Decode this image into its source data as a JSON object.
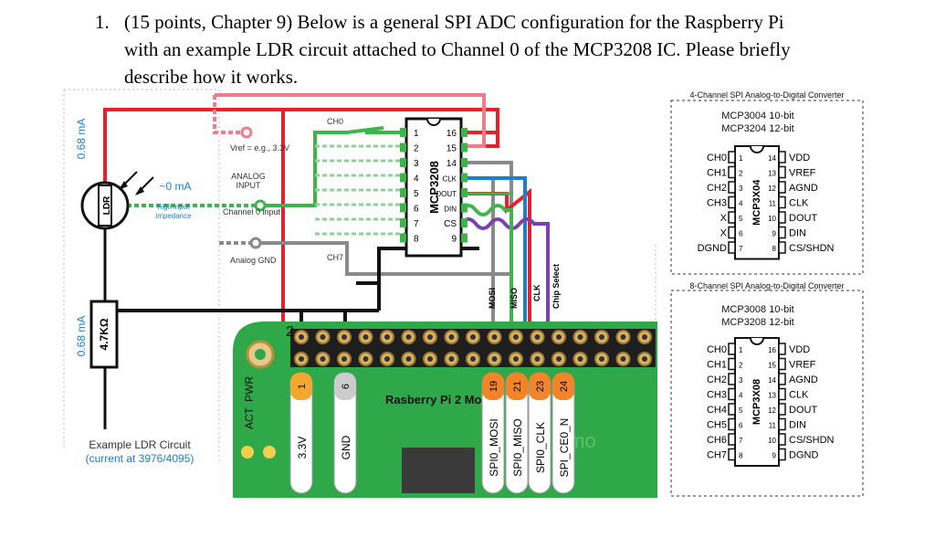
{
  "question": {
    "number": "1.",
    "lines": [
      "(15 points, Chapter 9) Below is a general SPI ADC configuration for the Raspberry Pi",
      "with an example LDR circuit attached to Channel 0 of the MCP3208 IC. Please briefly",
      "describe how it works."
    ]
  },
  "ldr_circuit": {
    "current_top": "0.68 mA",
    "current_bottom": "0.68 mA",
    "current_mid": "~0 mA",
    "high_input": "high input",
    "impedance": "impedance",
    "ldr_label": "LDR",
    "resistor_label": "4.7KΩ",
    "caption_line1": "Example LDR Circuit",
    "caption_line2": "(current at 3976/4095)"
  },
  "labels": {
    "vref": "Vref = e.g., 3.3V",
    "analog_input_1": "ANALOG",
    "analog_input_2": "INPUT",
    "channel0": "Channel 0 input",
    "analog_gnd": "Analog GND",
    "ch0": "CH0",
    "ch7": "CH7"
  },
  "main_chip": {
    "name": "MCP3208",
    "left_pins": [
      "1",
      "2",
      "3",
      "4",
      "5",
      "6",
      "7",
      "8"
    ],
    "right_pins": [
      "16",
      "15",
      "14",
      "CLK",
      "DOUT",
      "DIN",
      "CS",
      "9"
    ]
  },
  "spi_labels": [
    "MOSI",
    "MISO",
    "CLK",
    "Chip Select"
  ],
  "pi": {
    "board_label": "Rasberry Pi 2 Mod",
    "pin_2": "2",
    "act": "ACT",
    "pwr": "PWR",
    "watermark": "emo",
    "pins": [
      {
        "label": "3.3V",
        "num": "1"
      },
      {
        "label": "GND",
        "num": "6"
      },
      {
        "label": "SPI0_MOSI",
        "num": "19"
      },
      {
        "label": "SPI0_MISO",
        "num": "21"
      },
      {
        "label": "SPI0_CLK",
        "num": "23"
      },
      {
        "label": "SPI_CE0_N",
        "num": "24"
      }
    ]
  },
  "chip4": {
    "title": "4-Channel SPI Analog-to-Digital Converter",
    "model1": "MCP3004 10-bit",
    "model2": "MCP3204 12-bit",
    "name": "MCP3X04",
    "left": [
      "CH0",
      "CH1",
      "CH2",
      "CH3",
      "X",
      "X",
      "DGND"
    ],
    "left_nums": [
      "1",
      "2",
      "3",
      "4",
      "5",
      "6",
      "7"
    ],
    "right_nums": [
      "14",
      "13",
      "12",
      "11",
      "10",
      "9",
      "8"
    ],
    "right": [
      "VDD",
      "VREF",
      "AGND",
      "CLK",
      "DOUT",
      "DIN",
      "CS/SHDN"
    ]
  },
  "chip8": {
    "title": "8-Channel SPI Analog-to-Digital Converter",
    "model1": "MCP3008 10-bit",
    "model2": "MCP3208 12-bit",
    "name": "MCP3X08",
    "left": [
      "CH0",
      "CH1",
      "CH2",
      "CH3",
      "CH4",
      "CH5",
      "CH6",
      "CH7"
    ],
    "left_nums": [
      "1",
      "2",
      "3",
      "4",
      "5",
      "6",
      "7",
      "8"
    ],
    "right_nums": [
      "16",
      "15",
      "14",
      "13",
      "12",
      "11",
      "10",
      "9"
    ],
    "right": [
      "VDD",
      "VREF",
      "AGND",
      "CLK",
      "DOUT",
      "DIN",
      "CS/SHDN",
      "DGND"
    ]
  },
  "colors": {
    "red": "#e8202a",
    "pink": "#f07c8a",
    "green": "#3db54a",
    "grey": "#8a8a8a",
    "blue": "#1b7fd0",
    "purple": "#7b3fb0",
    "board": "#2fa84a",
    "orange": "#f0852a"
  }
}
